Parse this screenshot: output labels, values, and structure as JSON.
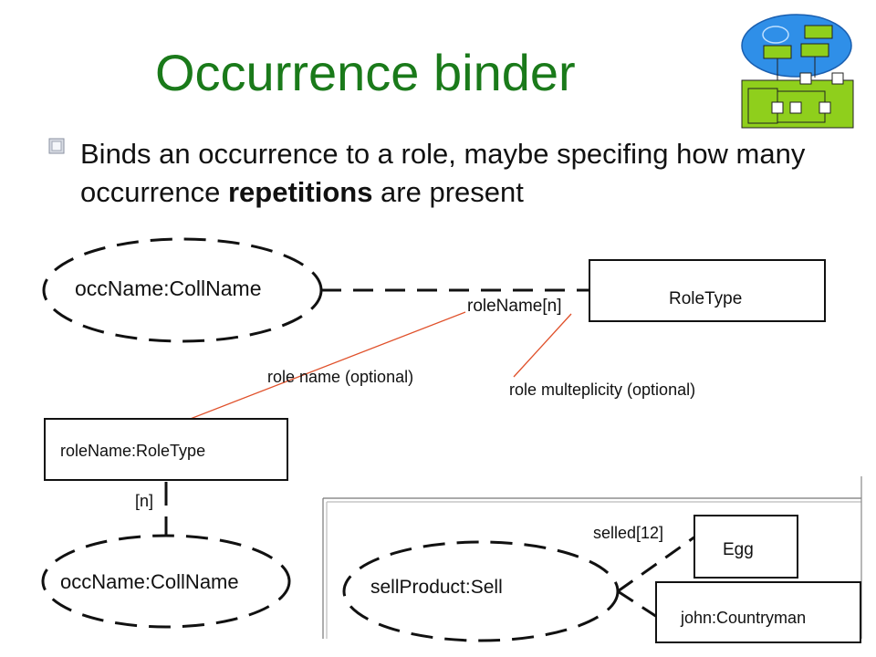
{
  "slide": {
    "title": "Occurrence binder",
    "bullet": {
      "text_before": "Binds an occurrence to a role, maybe specifing how many occurrence ",
      "emphasis": "repetitions",
      "text_after": " are present"
    }
  },
  "diagram": {
    "top_occurrence": "occName:CollName",
    "top_role_type": "RoleType",
    "top_binder_label": "roleName[n]",
    "annotation_role_name": "role name (optional)",
    "annotation_multiplicity": "role multeplicity (optional)",
    "left_role": "roleName:RoleType",
    "left_multiplicity": "[n]",
    "bottom_occurrence": "occName:CollName"
  },
  "example": {
    "occurrence": "sellProduct:Sell",
    "binder_label": "selled[12]",
    "role_egg": "Egg",
    "role_countryman": "john:Countryman"
  },
  "colors": {
    "title": "#1a7a1a",
    "annotation_line": "#e0502a",
    "logo_blue": "#2f8fe8",
    "logo_green": "#8fcf1c"
  },
  "icons": [
    "bullet-icon",
    "model-logo-icon"
  ]
}
